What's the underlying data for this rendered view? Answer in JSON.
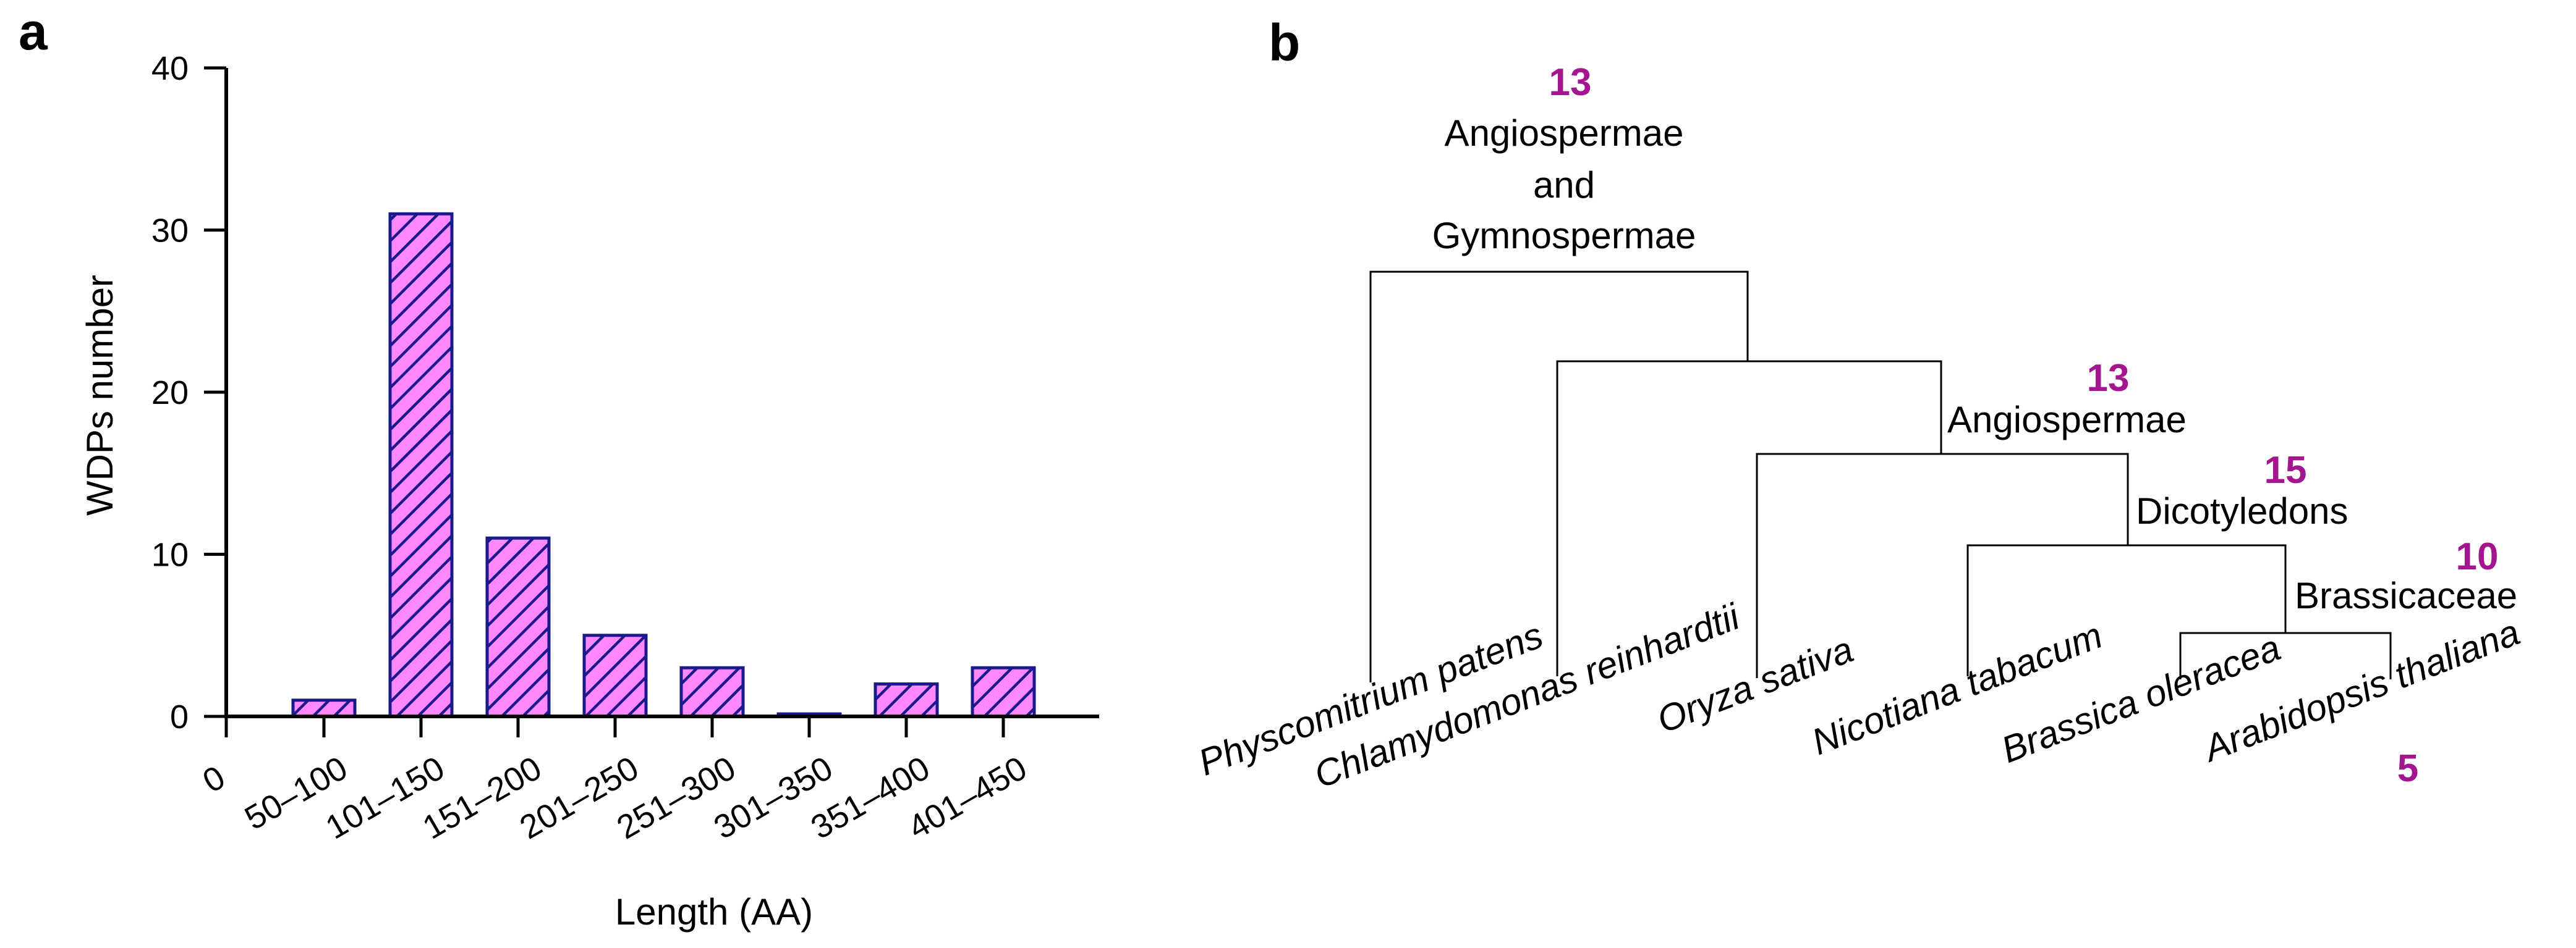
{
  "panels": {
    "a": "a",
    "b": "b"
  },
  "chart_data": {
    "type": "bar",
    "categories": [
      "50–100",
      "101–150",
      "151–200",
      "201–250",
      "251–300",
      "301–350",
      "351–400",
      "401–450"
    ],
    "values": [
      1,
      31,
      11,
      5,
      3,
      0,
      2,
      3
    ],
    "xlabel": "Length (AA)",
    "ylabel": "WDPs number",
    "ylim": [
      0,
      40
    ],
    "yticks": [
      "0",
      "10",
      "20",
      "30",
      "40"
    ],
    "x_origin_label": "0",
    "bar_fill": "#ff88ff",
    "bar_stroke": "#1a1a8c",
    "hatch": "diagonal"
  },
  "tree": {
    "species": [
      "Physcomitrium patens",
      "Chlamydomonas reinhardtii",
      "Oryza sativa",
      "Nicotiana tabacum",
      "Brassica oleracea",
      "Arabidopsis thaliana"
    ],
    "species_count": {
      "arabidopsis": "5"
    },
    "clades": {
      "root": {
        "count": "13",
        "label1": "Angiospermae",
        "label2": "and",
        "label3": "Gymnospermae"
      },
      "angio": {
        "count": "13",
        "label": "Angiospermae"
      },
      "dicot": {
        "count": "15",
        "label": "Dicotyledons"
      },
      "brass": {
        "count": "10",
        "label": "Brassicaceae"
      }
    },
    "count_color": "#a3168f"
  }
}
